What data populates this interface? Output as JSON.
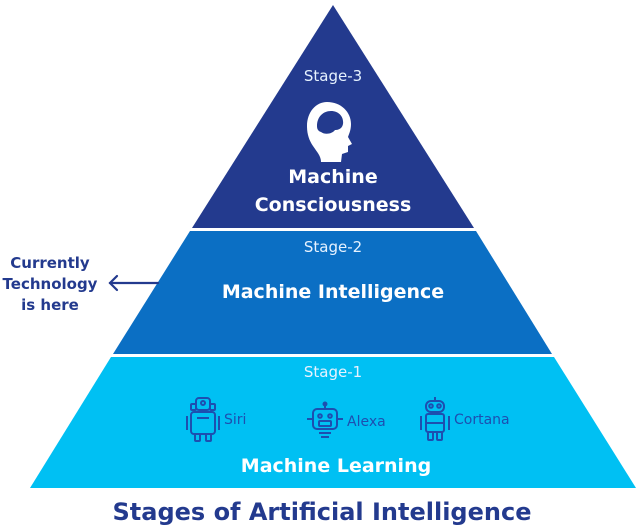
{
  "colors": {
    "stage3": "#233a8e",
    "stage2": "#0b6fc4",
    "stage1": "#00c0f3",
    "text_dark": "#233a8e",
    "icon_blue": "#1d4fb0"
  },
  "stages": [
    {
      "stage_label": "Stage-3",
      "title_line1": "Machine",
      "title_line2": "Consciousness",
      "icon": "human-head-brain-icon"
    },
    {
      "stage_label": "Stage-2",
      "title": "Machine Intelligence"
    },
    {
      "stage_label": "Stage-1",
      "title": "Machine Learning",
      "assistants": [
        {
          "name": "Siri",
          "icon": "robot-icon"
        },
        {
          "name": "Alexa",
          "icon": "robot-icon"
        },
        {
          "name": "Cortana",
          "icon": "robot-icon"
        }
      ]
    }
  ],
  "side_note": {
    "line1": "Currently",
    "line2": "Technology",
    "line3": "is here",
    "icon": "arrow-left-icon"
  },
  "caption": "Stages of Artificial Intelligence"
}
